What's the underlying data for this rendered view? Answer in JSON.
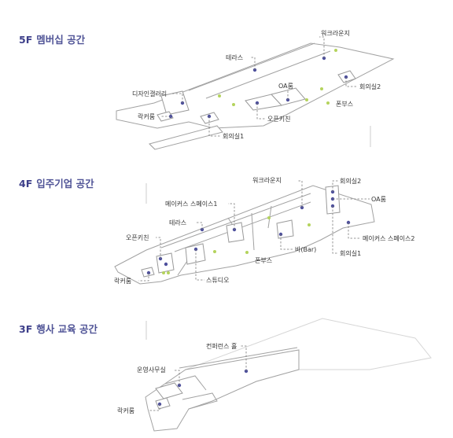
{
  "floors": {
    "f5": {
      "level": "5F",
      "name": "멤버십 공간",
      "labels": {
        "wlounge": "워크라운지",
        "terrace": "테라스",
        "meet2": "회의실2",
        "oa": "OA룸",
        "gallery": "디자인갤러리",
        "phone": "폰부스",
        "locker": "락커룸",
        "kitchen": "오픈키친",
        "meet1": "회의실1"
      }
    },
    "f4": {
      "level": "4F",
      "name": "입주기업 공간",
      "labels": {
        "wlounge": "워크라운지",
        "meet2": "회의실2",
        "makers1": "메이커스 스페이스1",
        "oa": "OA룸",
        "terrace": "테라스",
        "makers2": "메이커스 스페이스2",
        "kitchen": "오픈키친",
        "bar": "바(Bar)",
        "phone": "폰부스",
        "meet1": "회의실1",
        "locker": "락커룸",
        "studio": "스튜디오"
      }
    },
    "f3": {
      "level": "3F",
      "name": "행사 교육 공간",
      "labels": {
        "conf": "컨퍼런스 홀",
        "office": "운영사무실",
        "locker": "락커룸"
      }
    }
  },
  "colors": {
    "heading": "#4b4f93",
    "line": "#9a9a9a",
    "marker": "#4d4f9c",
    "phone_dot": "#b4d35c",
    "leader": "#777777"
  }
}
